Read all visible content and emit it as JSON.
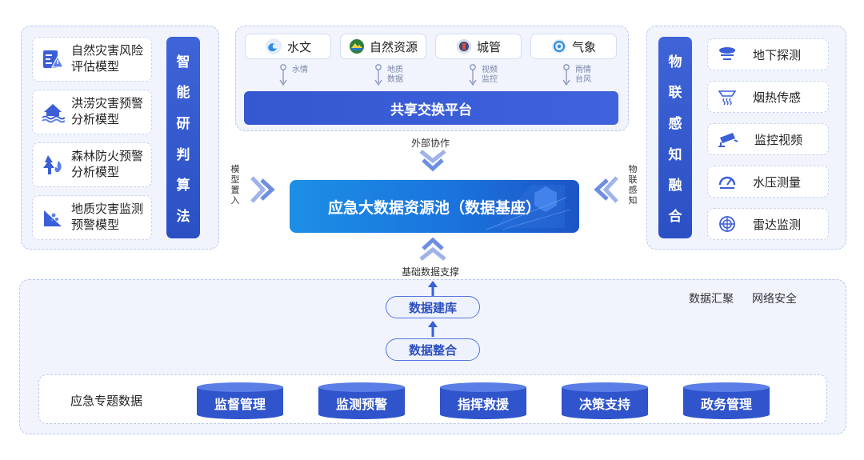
{
  "left_panel": {
    "models": [
      {
        "icon": "chart-warning-icon",
        "label": "自然灾害风险评估模型"
      },
      {
        "icon": "flood-house-icon",
        "label": "洪涝灾害预警分析模型"
      },
      {
        "icon": "forest-fire-icon",
        "label": "森林防火预警分析模型"
      },
      {
        "icon": "landslide-icon",
        "label": "地质灾害监测预警模型"
      }
    ],
    "bar_label": [
      "智",
      "能",
      "研",
      "判",
      "算",
      "法"
    ]
  },
  "top_panel": {
    "sources": [
      {
        "icon": "hydrology-icon",
        "label": "水文",
        "arrow_label": "水情"
      },
      {
        "icon": "natural-resources-icon",
        "label": "自然资源",
        "arrow_label": "地质数据"
      },
      {
        "icon": "city-management-icon",
        "label": "城管",
        "arrow_label": "视频监控"
      },
      {
        "icon": "meteorology-icon",
        "label": "气象",
        "arrow_label": "雨情台风"
      }
    ],
    "platform_label": "共享交换平台"
  },
  "center": {
    "external_label": "外部协作",
    "model_input_label": "模型置入",
    "iot_label": "物联感知",
    "pool_label": "应急大数据资源池（数据基座）",
    "support_label": "基础数据支撑"
  },
  "right_panel": {
    "bar_label": [
      "物",
      "联",
      "感",
      "知",
      "融",
      "合"
    ],
    "sensors": [
      {
        "icon": "underground-probe-icon",
        "label": "地下探测"
      },
      {
        "icon": "smoke-heat-icon",
        "label": "烟热传感"
      },
      {
        "icon": "surveillance-camera-icon",
        "label": "监控视频"
      },
      {
        "icon": "pressure-gauge-icon",
        "label": "水压测量"
      },
      {
        "icon": "radar-icon",
        "label": "雷达监测"
      }
    ]
  },
  "bottom_panel": {
    "tags": [
      "数据汇聚",
      "网络安全"
    ],
    "steps": [
      "数据建库",
      "数据整合"
    ],
    "topic_label": "应急专题数据",
    "topics": [
      "监督管理",
      "监测预警",
      "指挥救援",
      "决策支持",
      "政务管理"
    ]
  },
  "colors": {
    "primary": "#2f54cc",
    "panel_bg": "#f1f4fd",
    "panel_border": "#b9c6ee",
    "pool_start": "#1d8fe6",
    "pool_end": "#1c55c6"
  }
}
